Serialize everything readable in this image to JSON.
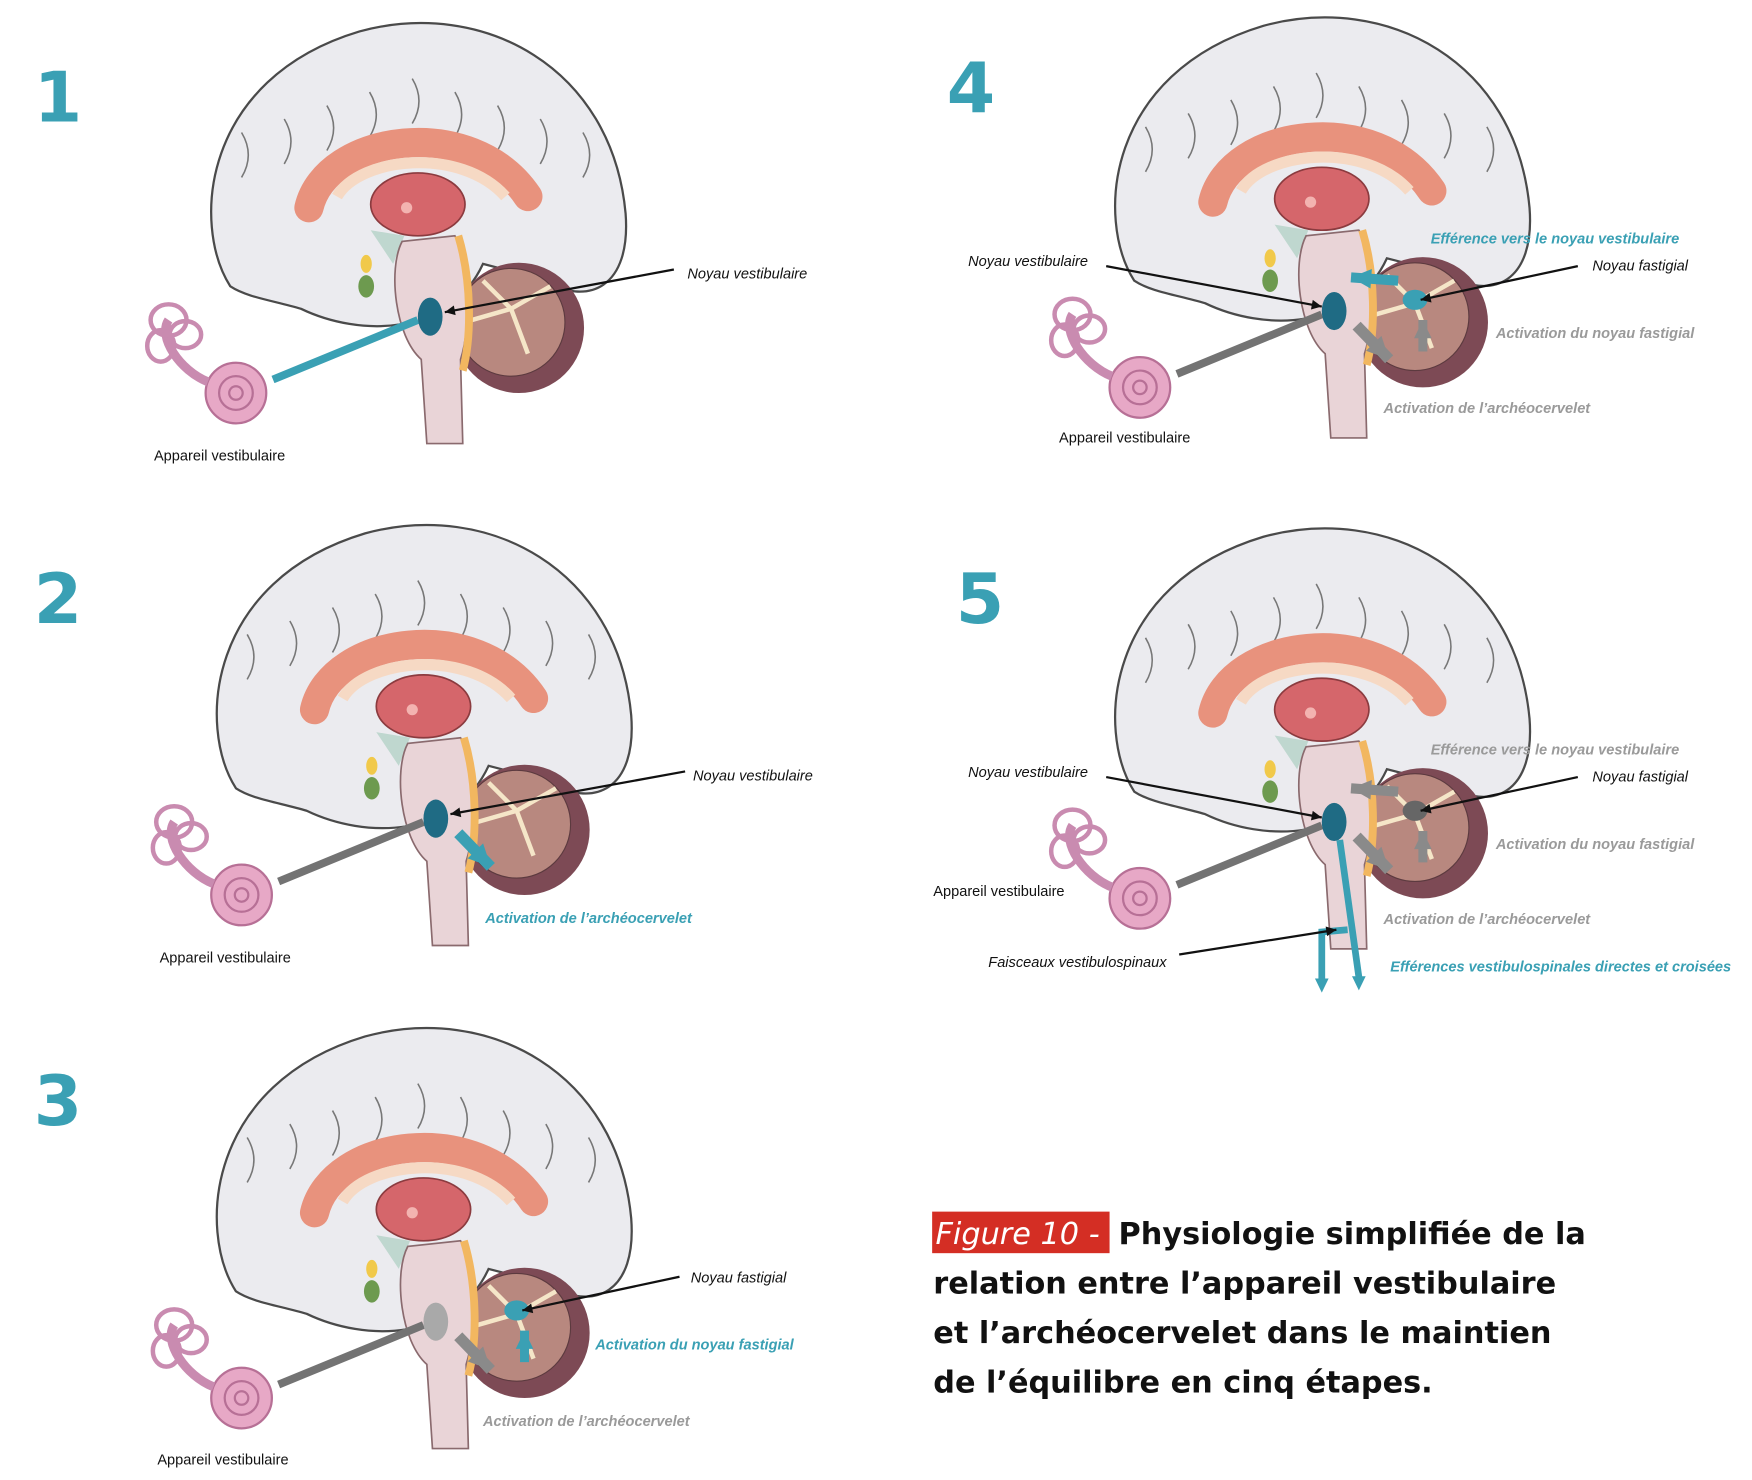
{
  "panels": [
    {
      "number": "1",
      "labels": {
        "vestibular_nucleus": "Noyau vestibulaire",
        "vestibular_apparatus": "Appareil vestibulaire"
      }
    },
    {
      "number": "2",
      "labels": {
        "vestibular_nucleus": "Noyau vestibulaire",
        "vestibular_apparatus": "Appareil vestibulaire",
        "archeo_activation": "Activation de l’archéocervelet"
      }
    },
    {
      "number": "3",
      "labels": {
        "fastigial_nucleus": "Noyau fastigial",
        "fastigial_activation": "Activation du noyau fastigial",
        "archeo_activation": "Activation de l’archéocervelet",
        "vestibular_apparatus": "Appareil vestibulaire"
      }
    },
    {
      "number": "4",
      "labels": {
        "vestibular_nucleus": "Noyau vestibulaire",
        "efference": "Efférence vers le noyau vestibulaire",
        "fastigial_nucleus": "Noyau fastigial",
        "fastigial_activation": "Activation du noyau fastigial",
        "archeo_activation": "Activation de l’archéocervelet",
        "vestibular_apparatus": "Appareil vestibulaire"
      }
    },
    {
      "number": "5",
      "labels": {
        "vestibular_nucleus": "Noyau vestibulaire",
        "efference": "Efférence vers le noyau vestibulaire",
        "fastigial_nucleus": "Noyau fastigial",
        "fastigial_activation": "Activation du noyau fastigial",
        "archeo_activation": "Activation de l’archéocervelet",
        "vestibular_apparatus": "Appareil vestibulaire",
        "tracts": "Faisceaux vestibulospinaux",
        "spinal_efferences": "Efférences vestibulospinales directes et croisées"
      }
    }
  ],
  "caption": {
    "figure_label": "Figure 10 -",
    "lines": [
      "Physiologie simplifiée de la",
      "relation entre l’appareil vestibulaire",
      "et l’archéocervelet dans le maintien",
      "de l’équilibre en cinq étapes."
    ]
  },
  "colors": {
    "teal": "#3aa0b4",
    "dark_teal": "#1f6b84",
    "gray": "#737373",
    "red": "#d42e24"
  }
}
